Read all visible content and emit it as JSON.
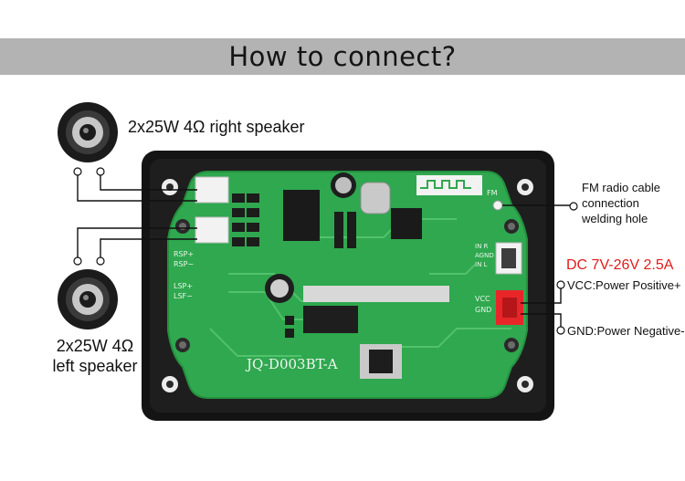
{
  "title": "How to connect?",
  "right_speaker": {
    "label": "2x25W 4Ω right speaker"
  },
  "left_speaker": {
    "line1": "2x25W 4Ω",
    "line2": "left speaker"
  },
  "fm": {
    "line1": "FM radio cable",
    "line2": "connection",
    "line3": "welding hole"
  },
  "power": {
    "spec": "DC 7V-26V  2.5A",
    "vcc": "VCC:Power Positive+",
    "gnd": "GND:Power Negative-"
  },
  "board": {
    "model": "JQ-D003BT-A",
    "silkscreen": {
      "rsp_plus": "RSP+",
      "rsp_minus": "RSP−",
      "lsp_plus": "LSP+",
      "lsp_minus": "LSF−",
      "fm": "FM",
      "in_r": "IN R",
      "agnd": "AGND",
      "in_l": "IN L",
      "vcc": "VCC",
      "gnd": "GND"
    }
  },
  "colors": {
    "pcb": "#2fa84f",
    "enclosure": "#141414",
    "title_band": "#b3b3b3",
    "accent_red": "#e11b1b",
    "power_connector": "#e8262a"
  }
}
